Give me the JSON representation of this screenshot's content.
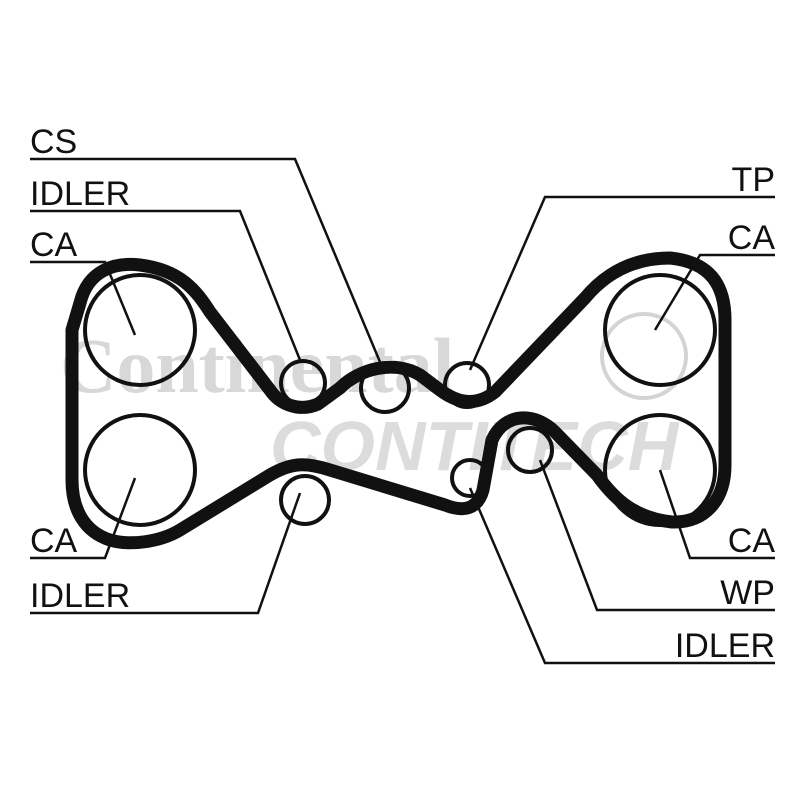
{
  "diagram": {
    "labels_left": {
      "cs": "CS",
      "idler_top": "IDLER",
      "ca_top": "CA",
      "ca_bottom": "CA",
      "idler_bottom": "IDLER"
    },
    "labels_right": {
      "tp": "TP",
      "ca_top": "CA",
      "ca_bottom": "CA",
      "wp": "WP",
      "idler_bottom": "IDLER"
    },
    "watermark": {
      "brand": "Continental",
      "sub": "CONTITECH"
    },
    "colors": {
      "line": "#111111",
      "watermark": "#d8d8d8",
      "background": "#ffffff"
    }
  }
}
